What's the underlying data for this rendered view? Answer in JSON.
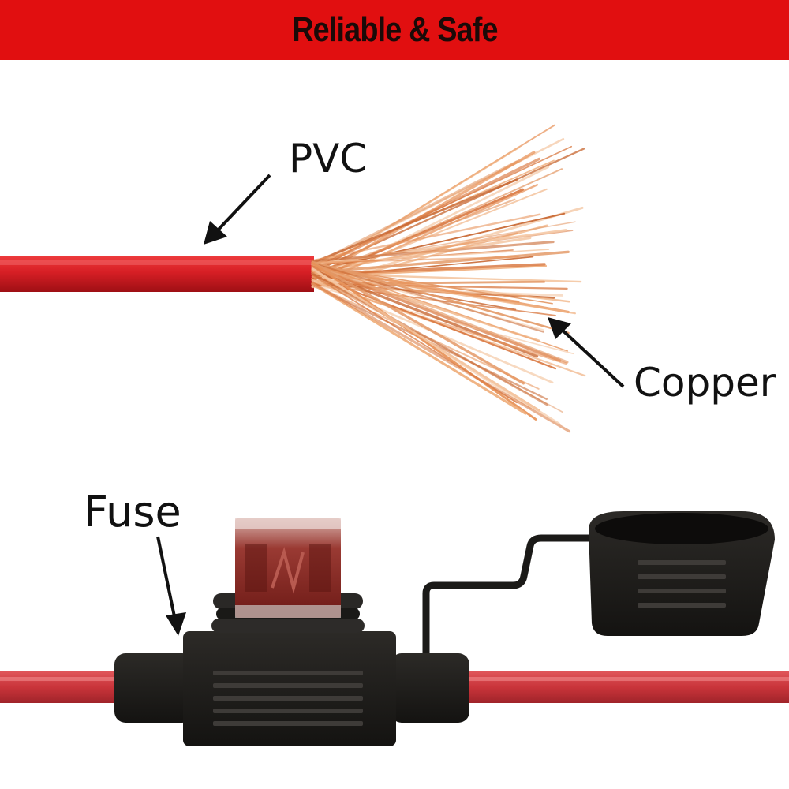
{
  "banner": {
    "title": "Reliable & Safe",
    "background_color": "#e10f10"
  },
  "labels": {
    "pvc": "PVC",
    "copper": "Copper",
    "fuse": "Fuse"
  },
  "colors": {
    "wire_insulation": "#d21d22",
    "copper_strands": "#e8935a",
    "fuse_holder": "#1e1c1a",
    "fuse_blade": "#8e2a24"
  }
}
